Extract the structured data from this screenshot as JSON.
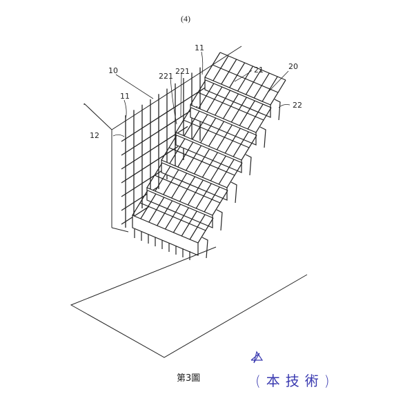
{
  "page_number": "(4)",
  "labels": {
    "wall": "10",
    "bar_a": "11",
    "bar_b": "11",
    "bar_horizontal": "12",
    "stair_unit": "20",
    "riser_plate": "21",
    "tread_bar": "22",
    "link_a": "221",
    "link_b": "221"
  },
  "caption": "第3圖",
  "handwritten_note": "(本技術)",
  "colors": {
    "ink": "#222222",
    "pen": "#3a3ab0"
  }
}
